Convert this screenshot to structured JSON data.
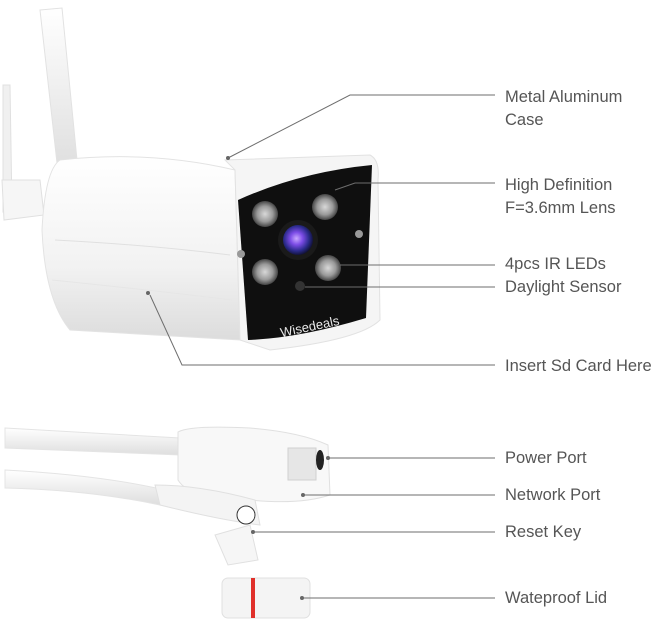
{
  "brand": "Wisedeals",
  "colors": {
    "label_text": "#555555",
    "leader_line": "#666666",
    "body_white": "#f4f4f4",
    "face_black": "#111111",
    "lens_purple": "#6a3bd6",
    "lid_stripe": "#e0302a"
  },
  "callouts": [
    {
      "id": "case",
      "line1": "Metal Aluminum",
      "line2": "Case"
    },
    {
      "id": "lens",
      "line1": "High Definition",
      "line2": "F=3.6mm Lens"
    },
    {
      "id": "ir",
      "line1": "4pcs IR LEDs"
    },
    {
      "id": "sensor",
      "line1": "Daylight Sensor"
    },
    {
      "id": "sd",
      "line1": "Insert Sd Card Here"
    },
    {
      "id": "power",
      "line1": "Power Port"
    },
    {
      "id": "network",
      "line1": "Network Port"
    },
    {
      "id": "reset",
      "line1": "Reset Key"
    },
    {
      "id": "lid",
      "line1": "Wateproof Lid"
    }
  ]
}
